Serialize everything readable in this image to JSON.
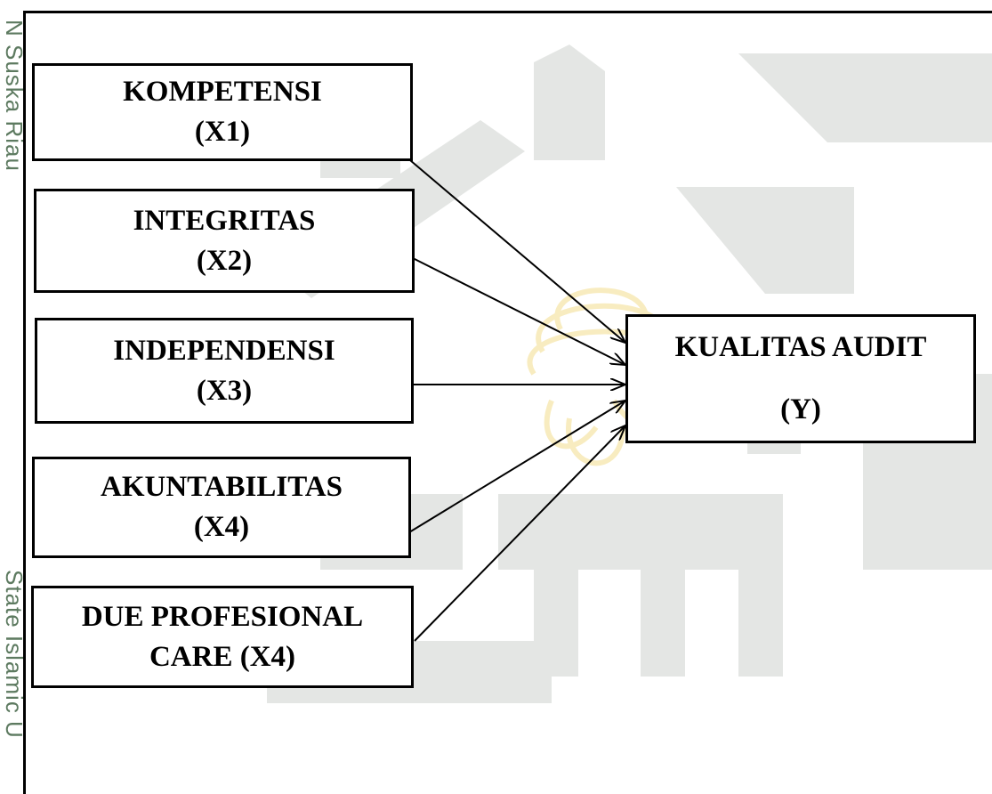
{
  "watermark": {
    "side_text_top": "N Suska Riau",
    "side_text_bottom": "State Islamic U"
  },
  "diagram": {
    "independent_variables": [
      {
        "name": "KOMPETENSI",
        "code": "(X1)"
      },
      {
        "name": "INTEGRITAS",
        "code": "(X2)"
      },
      {
        "name": "INDEPENDENSI",
        "code": "(X3)"
      },
      {
        "name": "AKUNTABILITAS",
        "code": "(X4)"
      },
      {
        "name": "DUE PROFESIONAL",
        "code": "CARE (X4)"
      }
    ],
    "dependent_variable": {
      "name": "KUALITAS AUDIT",
      "code": "(Y)"
    }
  },
  "colors": {
    "line": "#000000",
    "watermark_grey": "#e4e6e4",
    "watermark_yellow": "#f8ecc0",
    "side_text": "#5d7a60"
  }
}
